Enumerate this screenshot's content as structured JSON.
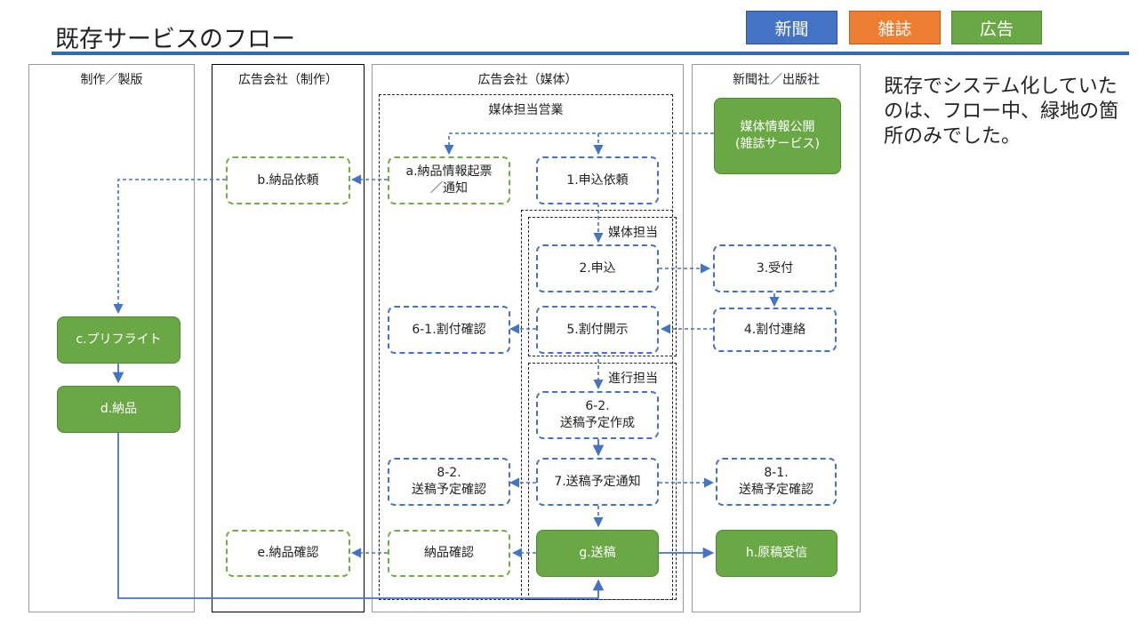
{
  "title": "既存サービスのフロー",
  "legend": [
    {
      "label": "新聞",
      "color": "#4472c4"
    },
    {
      "label": "雑誌",
      "color": "#ed7d31"
    },
    {
      "label": "広告",
      "color": "#70ad47"
    }
  ],
  "lanes": {
    "production": "制作／製版",
    "agency_production": "広告会社（制作）",
    "agency_media": "広告会社（媒体）",
    "publisher": "新聞社／出版社"
  },
  "groups": {
    "media_sales": "媒体担当営業",
    "media_staff": "媒体担当",
    "progress_staff": "進行担当"
  },
  "nodes": {
    "media_info": "媒体情報公開\n(雑誌サービス)",
    "a": "a.納品情報起票\n／通知",
    "b": "b.納品依頼",
    "n1": "1.申込依頼",
    "n2": "2.申込",
    "n3": "3.受付",
    "n4": "4.割付連絡",
    "n5": "5.割付開示",
    "n61": "6-1.割付確認",
    "n62": "6-2.\n送稿予定作成",
    "n7": "7.送稿予定通知",
    "n81": "8-1.\n送稿予定確認",
    "n82": "8-2.\n送稿予定確認",
    "c": "c.プリフライト",
    "d": "d.納品",
    "e": "e.納品確認",
    "delivery_check": "納品確認",
    "g": "g.送稿",
    "h": "h.原稿受信"
  },
  "note": "既存でシステム化していたのは、フロー中、緑地の箇所のみでした。",
  "colors": {
    "newspaper": "#4472c4",
    "magazine": "#ed7d31",
    "advertising": "#70ad47",
    "arrow": "#4472c4",
    "title_rule": "#2e6db4"
  }
}
